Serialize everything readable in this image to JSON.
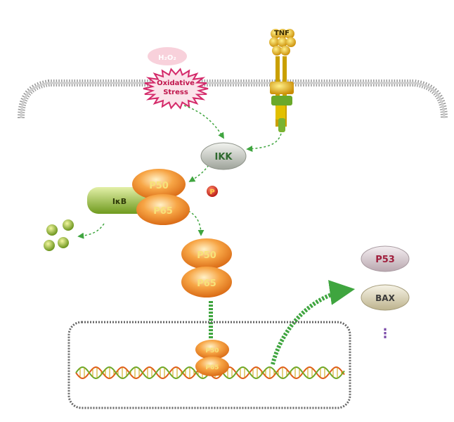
{
  "labels": {
    "h2o2": "H₂O₂",
    "oxidative_line1": "Oxidative",
    "oxidative_line2": "Stress",
    "tnf": "TNF",
    "ikk": "IKK",
    "p_badge": "P",
    "ikb": "IκB",
    "p50": "P50",
    "p65": "P65",
    "p53": "P53",
    "bax": "BAX",
    "ellipsis": "⋮"
  },
  "colors": {
    "membrane": "#8f8f8f",
    "arrow": "#3fa53f",
    "ikk_fill": "#c9ccc4",
    "ikk_text": "#2f6a2f",
    "p_fill": "#f39a2e",
    "p_text": "#f7e27a",
    "ikb_fill": "#a8c94a",
    "p53_fill": "#d9c8d0",
    "p53_text": "#a01e3c",
    "bax_fill": "#ddd6b8",
    "stress_fill": "#f3c0d0",
    "stress_text": "#c0164d",
    "dna_1": "#e05a1a",
    "dna_2": "#6aa82a"
  }
}
